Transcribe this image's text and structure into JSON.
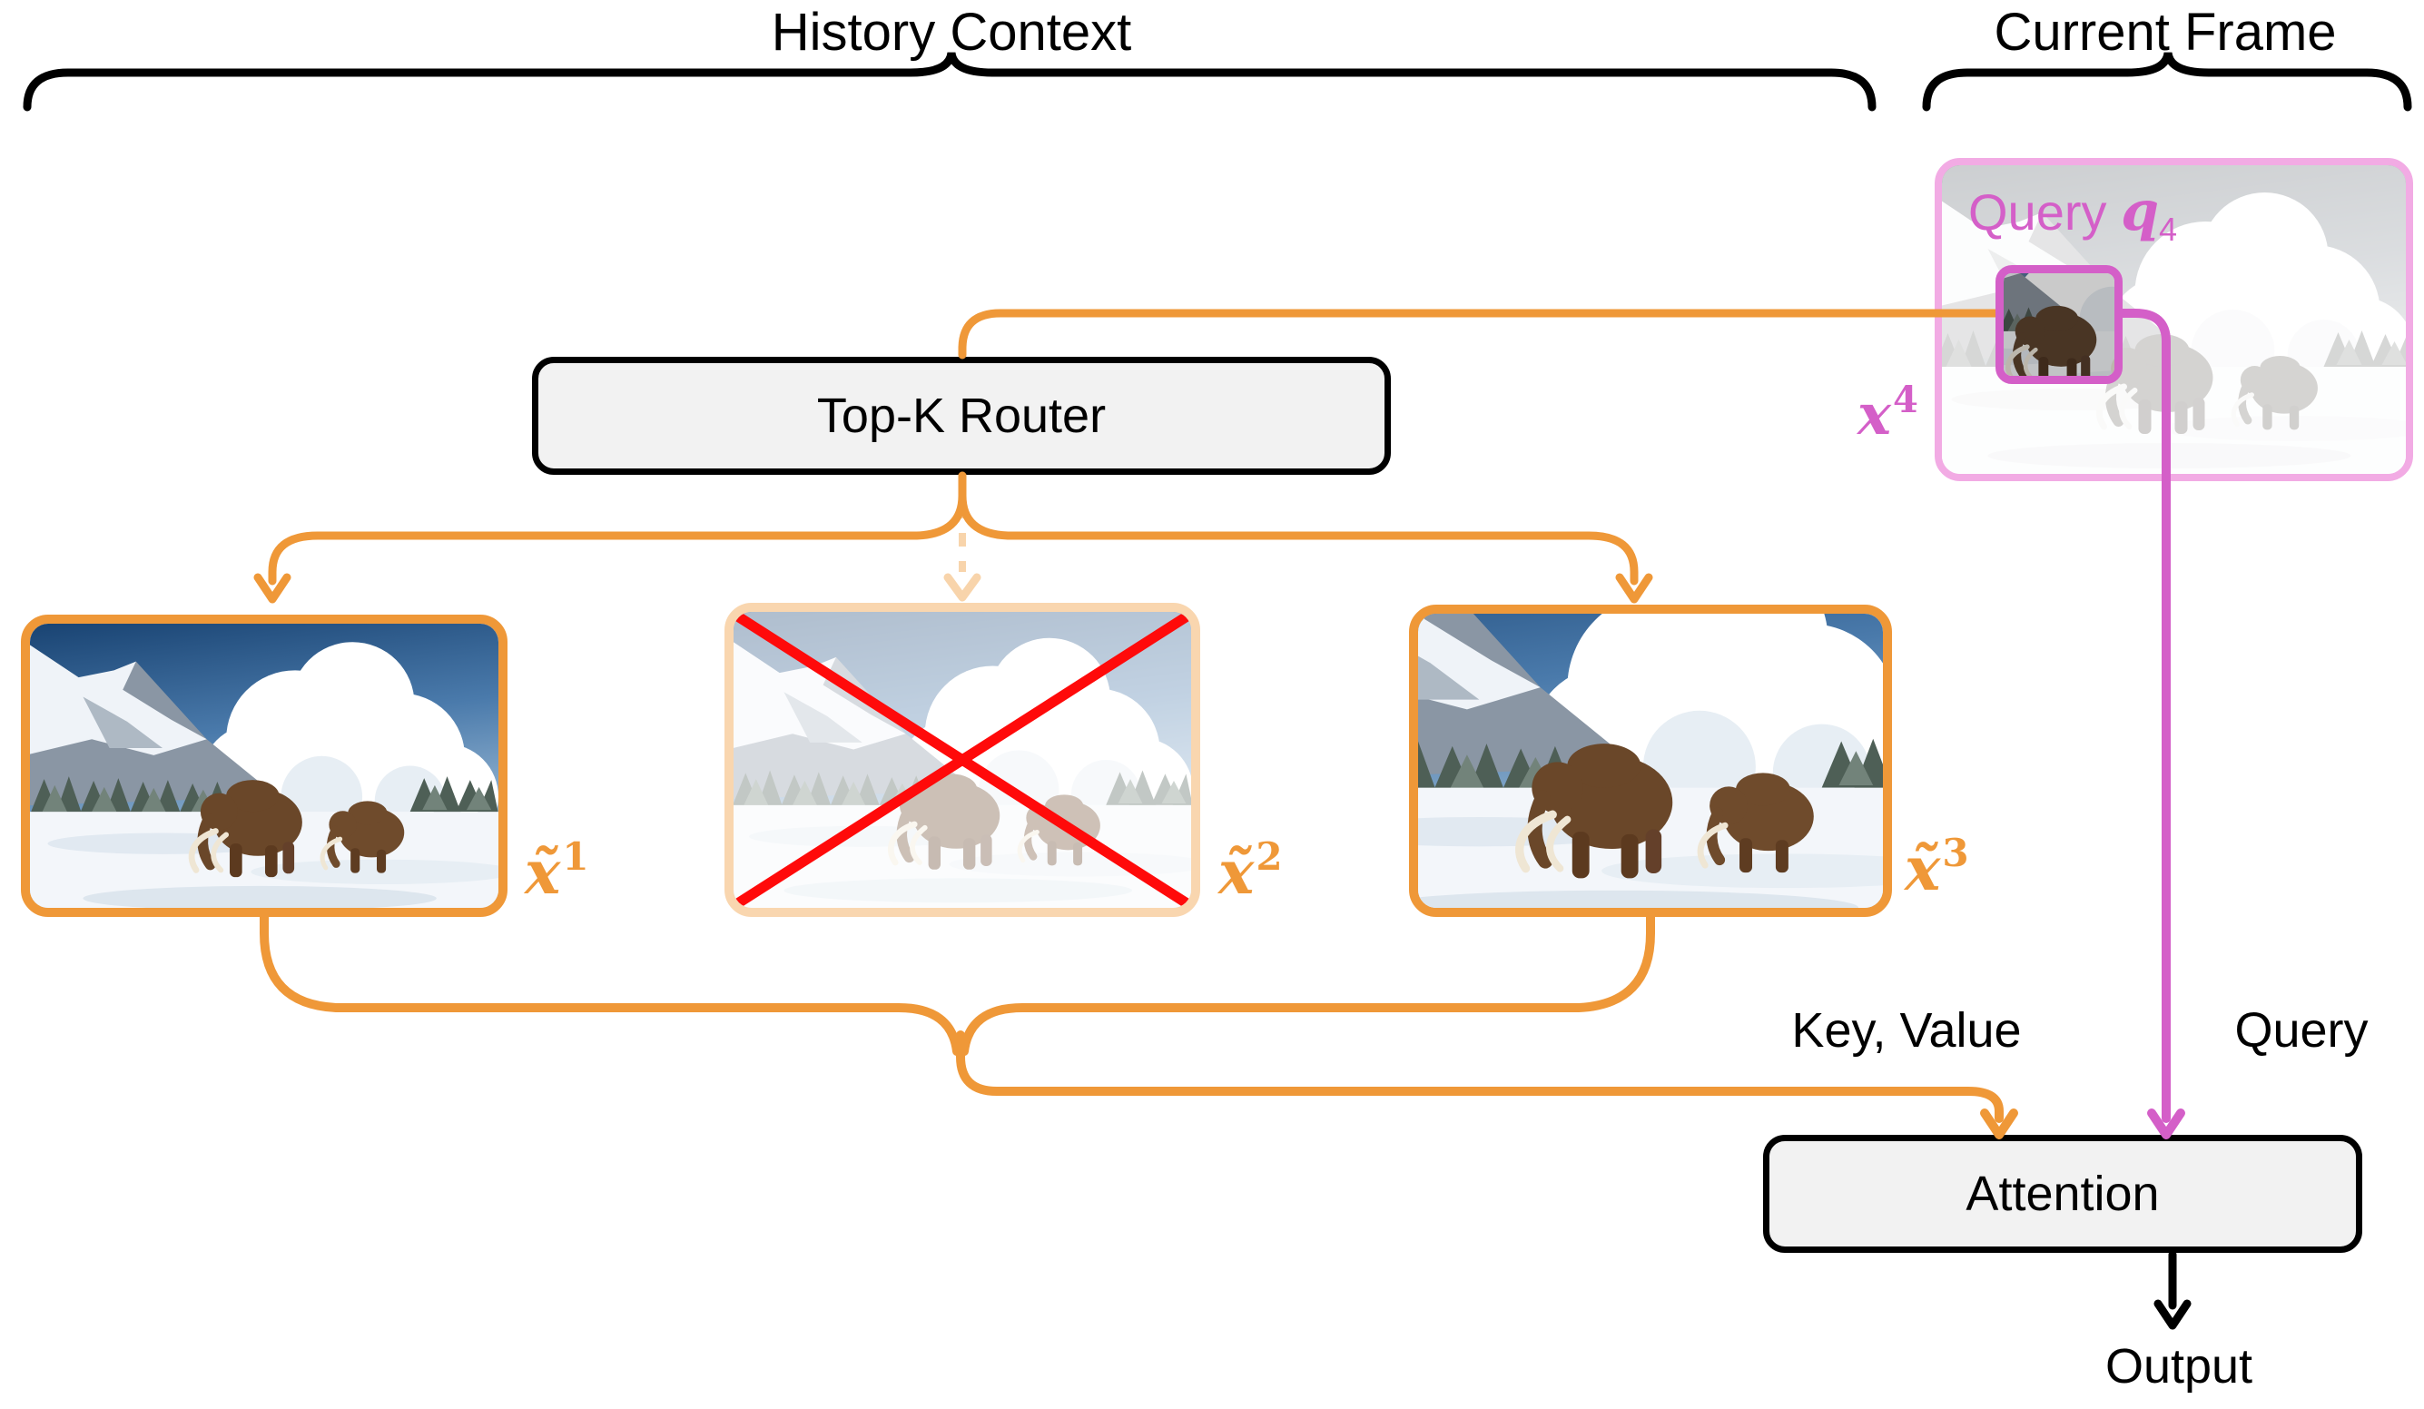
{
  "figure": {
    "history_section_label": "History Context",
    "current_section_label": "Current Frame",
    "router": {
      "label": "Top-K Router"
    },
    "attention": {
      "label": "Attention"
    },
    "edges": {
      "key_value_label": "Key, Value",
      "query_label": "Query",
      "output_label": "Output"
    },
    "current_frame": {
      "query_caption_text": "Query ",
      "query_symbol": "q",
      "query_subscript": "4",
      "frame_symbol": "x",
      "frame_superscript": "4"
    },
    "history_frames": [
      {
        "symbol": "x̃",
        "superscript": "1",
        "selected": true
      },
      {
        "symbol": "x̃",
        "superscript": "2",
        "selected": false
      },
      {
        "symbol": "x̃",
        "superscript": "3",
        "selected": true
      }
    ],
    "colors": {
      "orange": "#EF9838",
      "orange_faded": "rgba(239,152,56,0.42)",
      "pink": "#D45FC8",
      "pink_light": "#F2ABE4",
      "red": "#FF0A0A",
      "black": "#000000",
      "box_fill": "#F2F2F2"
    }
  }
}
